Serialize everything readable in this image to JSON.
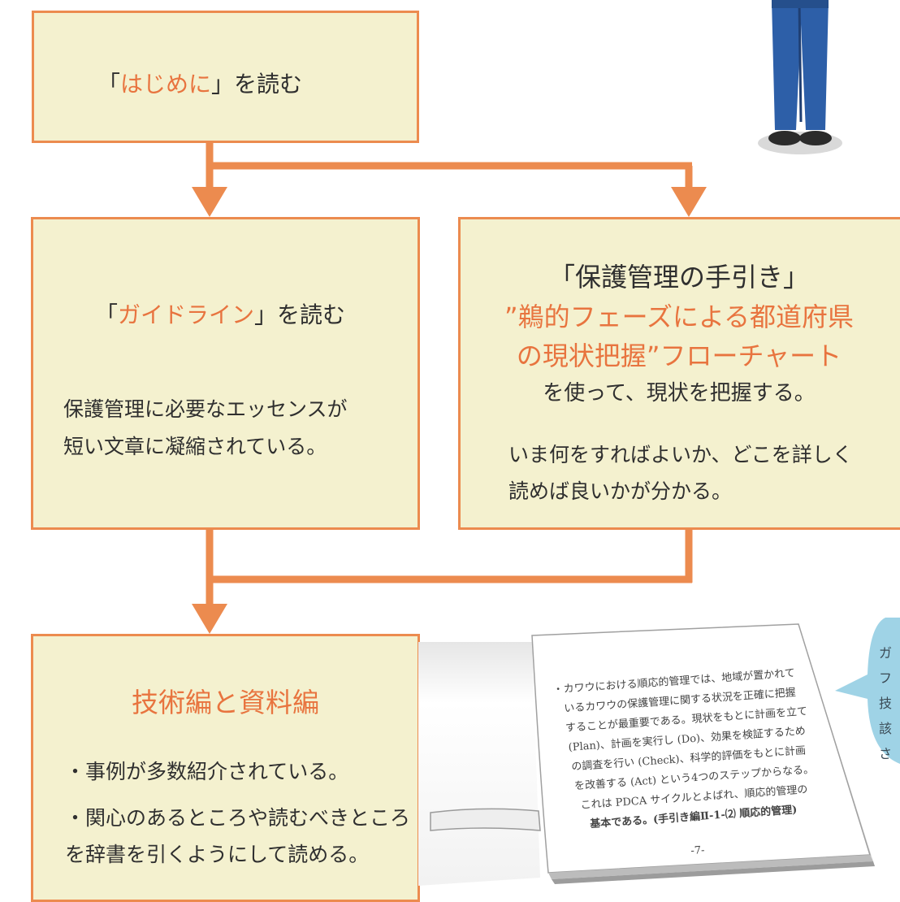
{
  "step1": {
    "quote_open": "「",
    "highlight": "はじめに",
    "quote_close": "」",
    "suffix": "を読む"
  },
  "step2": {
    "quote_open": "「",
    "highlight": "ガイドライン",
    "quote_close": "」",
    "suffix": "を読む",
    "desc_line1": "保護管理に必要なエッセンスが",
    "desc_line2": "短い文章に凝縮されている。"
  },
  "step3": {
    "line1": "「保護管理の手引き」",
    "line2": "”鵜的フェーズによる都道府県",
    "line3": "の現状把握”フローチャート",
    "line4": "を使って、現状を把握する。",
    "desc_line1": "いま何をすればよいか、どこを詳しく",
    "desc_line2": "読めば良いかが分かる。"
  },
  "step4": {
    "title": "技術編と資料編",
    "item1": "・事例が多数紹介されている。",
    "item2": "・関心のあるところや読むべきところ",
    "item3": "を辞書を引くようにして読める。"
  },
  "book_page": {
    "lines": [
      "・カワウにおける順応的管理では、地域が置かれて",
      "いるカワウの保護管理に関する状況を正確に把握",
      "することが最重要である。現状をもとに計画を立て",
      "(Plan)、計画を実行し (Do)、効果を検証するため",
      "の調査を行い (Check)、科学的評価をもとに計画",
      "を改善する (Act) という4つのステップからなる。",
      "これは PDCA サイクルとよばれ、順応的管理の",
      "基本である。(手引き編Ⅱ-1-⑵ 順応的管理)"
    ],
    "page_number": "-7-"
  },
  "speech_bubble": {
    "chars": [
      "ガ",
      "フ",
      "技",
      "該",
      "さ"
    ]
  },
  "colors": {
    "box_fill": "#f4f1cf",
    "border": "#ec8b4f",
    "highlight": "#e8743f",
    "bubble": "#9fd3e6"
  }
}
